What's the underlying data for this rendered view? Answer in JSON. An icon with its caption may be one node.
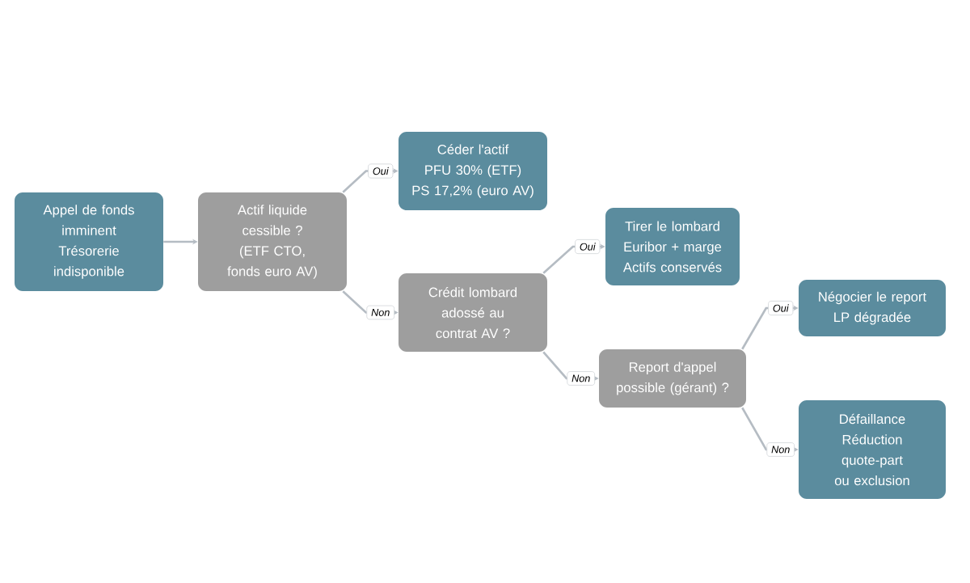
{
  "diagram": {
    "nodes": [
      {
        "text": [
          "Appel de fonds imminent",
          "Trésorerie indisponible"
        ]
      },
      {
        "text": [
          "Actif liquide cessible ? (ETF CTO, fonds euro AV)"
        ]
      },
      {
        "text": [
          "Céder l'actif",
          "PFU 30% (ETF)",
          "PS 17,2% (euro AV)"
        ]
      },
      {
        "text": [
          "Crédit lombard adossé au contrat AV ?"
        ]
      },
      {
        "text": [
          "Tirer le lombard",
          "Euribor + marge",
          "Actifs conservés"
        ]
      },
      {
        "text": [
          "Report d'appel possible (gérant) ?"
        ]
      },
      {
        "text": [
          "Négocier le report",
          "LP dégradée"
        ]
      },
      {
        "text": [
          "Défaillance",
          "Réduction quote-part",
          "ou exclusion"
        ]
      }
    ],
    "edges": [
      {
        "from": 0,
        "to": 1,
        "arrow": "to"
      },
      {
        "from": 1,
        "to": 2,
        "arrow": "to",
        "label": "Oui"
      },
      {
        "from": 1,
        "to": 3,
        "arrow": "to",
        "label": "Non"
      },
      {
        "from": 3,
        "to": 4,
        "arrow": "to",
        "label": "Oui"
      },
      {
        "from": 3,
        "to": 5,
        "arrow": "to",
        "label": "Non"
      },
      {
        "from": 5,
        "to": 6,
        "arrow": "to",
        "label": "Oui"
      },
      {
        "from": 5,
        "to": 7,
        "arrow": "to",
        "label": "Non"
      }
    ]
  }
}
